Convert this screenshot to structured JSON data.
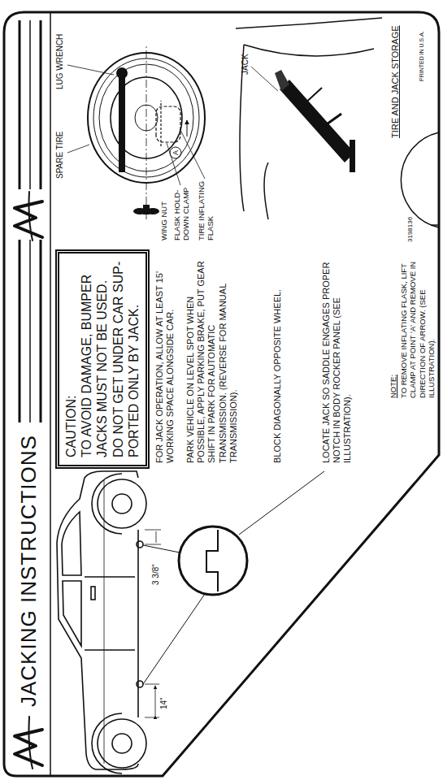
{
  "diagram": {
    "title": "JACKING INSTRUCTIONS",
    "nodes": [
      {
        "text": [
          "CAUTION:",
          "TO AVOID DAMAGE, BUMPER JACKS MUST NOT BE USED. DO NOT GET UNDER CAR SUP- PORTED ONLY BY JACK."
        ]
      }
    ],
    "labels": [
      "FOR JACK OPERATION, ALLOW AT LEAST 15' WORKING SPACE ALONGSIDE CAR.",
      "PARK VEHICLE ON LEVEL SPOT WHEN POSSIBLE, APPLY PARKING BRAKE, PUT GEAR SHIFT IN PARK FOR AUTOMATIC TRANSMISSION. (REVERSE FOR MANUAL TRANSMISSION).",
      "BLOCK DIAGONALLY OPPOSITE WHEEL.",
      "LOCATE JACK SO SADDLE ENGAGES PROPER NOTCH IN BODY ROCKER PANEL (SEE ILLUSTRATION).",
      "NOTE:",
      "TO REMOVE INFLATING FLASK, LIFT CLAMP AT POINT 'A' AND REMOVE IN DIRECTION OF ARROW. (SEE ILLUSTRATION).",
      "3 3/8\"",
      "14\"",
      "SPARE TIRE",
      "LUG WRENCH",
      "WING NUT",
      "FLASK HOLD- DOWN CLAMP",
      "TIRE INFLATING FLASK",
      "A",
      "JACK",
      "TIRE AND JACK STORAGE",
      "PRINTED IN U.S.A.",
      "3198136"
    ]
  }
}
